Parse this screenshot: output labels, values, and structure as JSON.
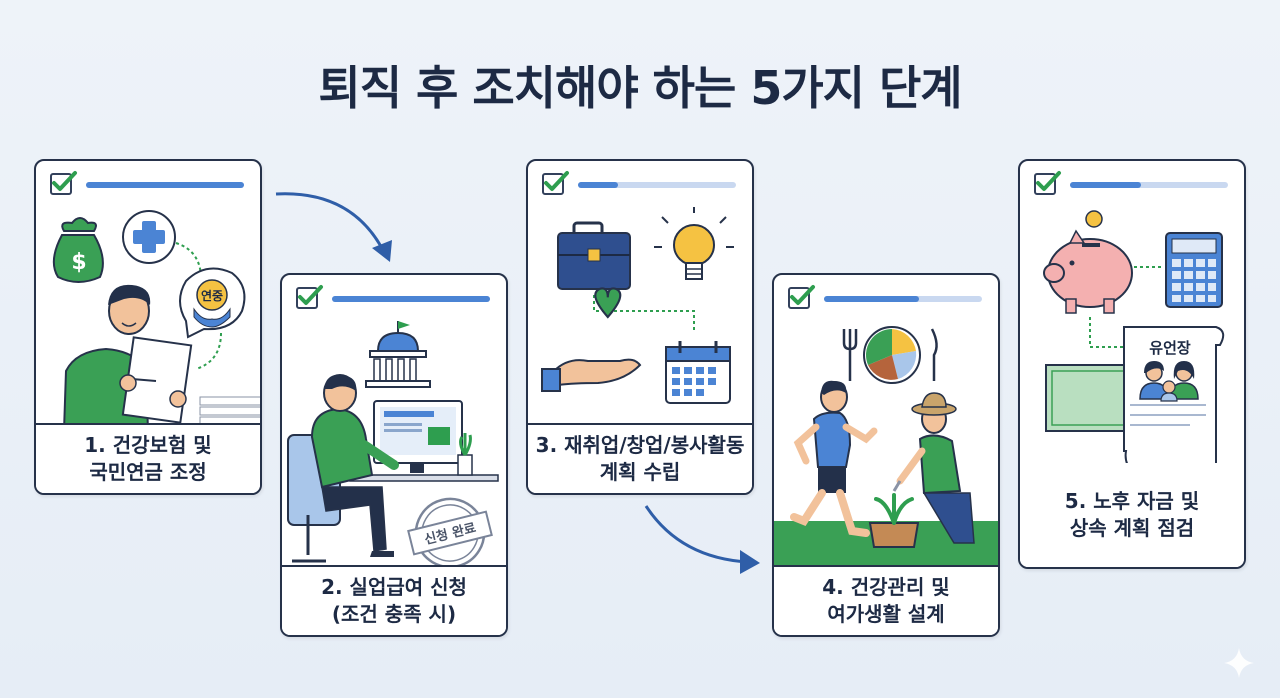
{
  "title": "퇴직 후 조치해야 하는 5가지 단계",
  "steps": [
    {
      "line1": "1. 건강보험 및",
      "line2": "국민연금 조정",
      "badge": "연중",
      "progress": 1.0
    },
    {
      "line1": "2. 실업급여 신청",
      "line2": "(조건 충족 시)",
      "stamp": "신청 완료",
      "progress": 1.0
    },
    {
      "line1": "3. 재취업/창업/봉사활동",
      "line2": "계획 수립",
      "progress": 0.25
    },
    {
      "line1": "4. 건강관리 및",
      "line2": "여가생활 설계",
      "progress": 0.6
    },
    {
      "line1": "5. 노후 자금 및",
      "line2": "상속 계획 점검",
      "document_title": "유언장",
      "progress": 0.45
    }
  ],
  "colors": {
    "accent_blue": "#4b84d4",
    "check_green": "#2e9e4f",
    "outline": "#26324a"
  }
}
